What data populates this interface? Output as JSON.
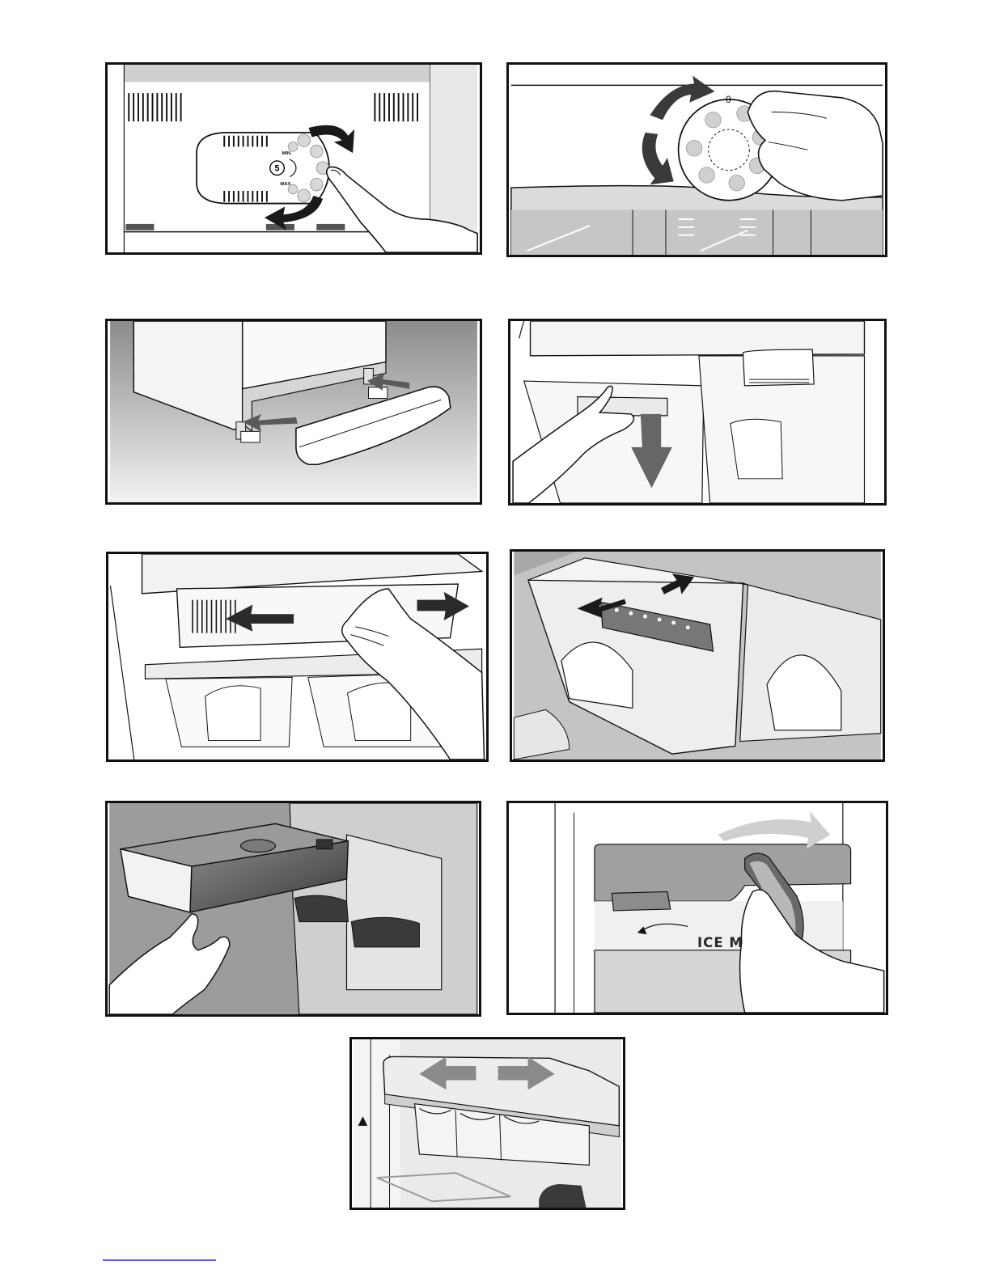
{
  "panels": [
    {
      "id": "thermostat-dial-panel",
      "dial": {
        "min_label": "MIN.",
        "max_label": "MAX.",
        "center_label": "5"
      }
    },
    {
      "id": "thermostat-knob-panel",
      "dial": {
        "top_marker": "0"
      }
    },
    {
      "id": "kickplate-panel"
    },
    {
      "id": "drawer-removal-panel"
    },
    {
      "id": "shelf-slide-panel"
    },
    {
      "id": "crisper-divider-panel"
    },
    {
      "id": "ice-tray-panel"
    },
    {
      "id": "ice-maker-panel",
      "label": "ICE MAKE"
    },
    {
      "id": "egg-tray-panel"
    }
  ],
  "colors": {
    "ink": "#111111",
    "arrow_dark": "#1a1a1a",
    "arrow_light": "#cfcfcf",
    "panel_gray": "#9a9a9a"
  }
}
